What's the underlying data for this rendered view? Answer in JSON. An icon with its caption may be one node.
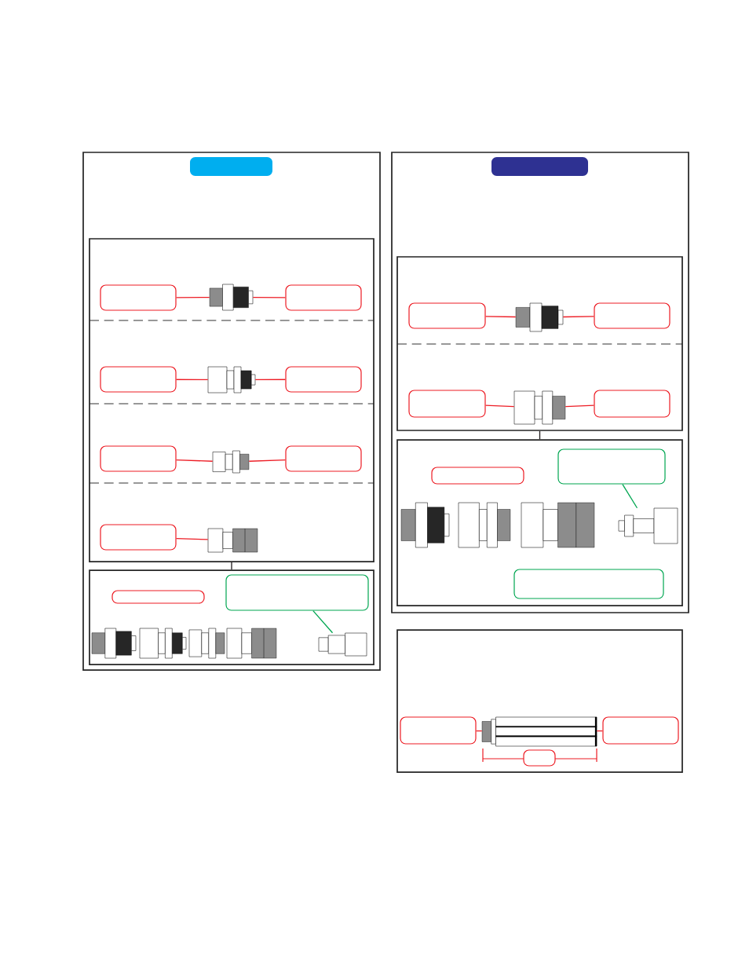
{
  "diagram": {
    "nodes": [
      {
        "text": [],
        "shape": "box"
      },
      {
        "text": [],
        "shape": "box",
        "in": 0
      },
      {
        "text": [],
        "shape": "box",
        "in": 0
      },
      {
        "text": [],
        "shape": "box",
        "in": 2
      },
      {
        "text": [],
        "shape": "picture",
        "in": 2
      },
      {
        "text": [],
        "shape": "box",
        "in": 2
      },
      {
        "text": [],
        "shape": "box",
        "in": 2
      },
      {
        "text": [],
        "shape": "picture",
        "in": 2
      },
      {
        "text": [],
        "shape": "box",
        "in": 2
      },
      {
        "text": [],
        "shape": "box",
        "in": 2
      },
      {
        "text": [],
        "shape": "picture",
        "in": 2
      },
      {
        "text": [],
        "shape": "box",
        "in": 2
      },
      {
        "text": [],
        "shape": "box",
        "in": 2
      },
      {
        "text": [],
        "shape": "picture",
        "in": 2
      },
      {
        "text": [],
        "shape": "box",
        "in": 0
      },
      {
        "text": [],
        "shape": "box",
        "in": 14
      },
      {
        "text": [],
        "shape": "box",
        "in": 14
      },
      {
        "text": [],
        "shape": "picture",
        "in": 14
      },
      {
        "text": [],
        "shape": "picture",
        "in": 14
      },
      {
        "text": [],
        "shape": "box"
      },
      {
        "text": [],
        "shape": "box",
        "in": 19
      },
      {
        "text": [],
        "shape": "box",
        "in": 19
      },
      {
        "text": [],
        "shape": "box",
        "in": 21
      },
      {
        "text": [],
        "shape": "picture",
        "in": 21
      },
      {
        "text": [],
        "shape": "box",
        "in": 21
      },
      {
        "text": [],
        "shape": "box",
        "in": 21
      },
      {
        "text": [],
        "shape": "picture",
        "in": 21
      },
      {
        "text": [],
        "shape": "box",
        "in": 21
      },
      {
        "text": [],
        "shape": "box",
        "in": 19
      },
      {
        "text": [],
        "shape": "box",
        "in": 28
      },
      {
        "text": [],
        "shape": "box",
        "in": 28
      },
      {
        "text": [],
        "shape": "picture",
        "in": 28
      },
      {
        "text": [],
        "shape": "picture",
        "in": 28
      },
      {
        "text": [],
        "shape": "box",
        "in": 28
      },
      {
        "text": [],
        "shape": "box"
      },
      {
        "text": [],
        "shape": "box",
        "in": 34
      },
      {
        "text": [],
        "shape": "picture",
        "in": 34
      },
      {
        "text": [],
        "shape": "box",
        "in": 34
      },
      {
        "text": [],
        "shape": "box",
        "in": 34
      }
    ],
    "edges": [
      {
        "from": 3,
        "to": 4,
        "arrow": "none"
      },
      {
        "from": 5,
        "to": 4,
        "arrow": "none"
      },
      {
        "from": 6,
        "to": 7,
        "arrow": "none"
      },
      {
        "from": 8,
        "to": 7,
        "arrow": "none"
      },
      {
        "from": 9,
        "to": 10,
        "arrow": "none"
      },
      {
        "from": 11,
        "to": 10,
        "arrow": "none"
      },
      {
        "from": 12,
        "to": 13,
        "arrow": "none"
      },
      {
        "from": 2,
        "to": 14,
        "arrow": "none",
        "color": "#231f20"
      },
      {
        "from": 16,
        "to": 18,
        "arrow": "none",
        "color": "#00a651"
      },
      {
        "from": 22,
        "to": 23,
        "arrow": "none"
      },
      {
        "from": 24,
        "to": 23,
        "arrow": "none"
      },
      {
        "from": 25,
        "to": 26,
        "arrow": "none"
      },
      {
        "from": 27,
        "to": 26,
        "arrow": "none"
      },
      {
        "from": 21,
        "to": 28,
        "arrow": "none",
        "color": "#231f20"
      },
      {
        "from": 30,
        "to": 32,
        "arrow": "none",
        "color": "#00a651"
      },
      {
        "from": 35,
        "to": 36,
        "arrow": "none"
      },
      {
        "from": 37,
        "to": 36,
        "arrow": "none"
      }
    ]
  }
}
